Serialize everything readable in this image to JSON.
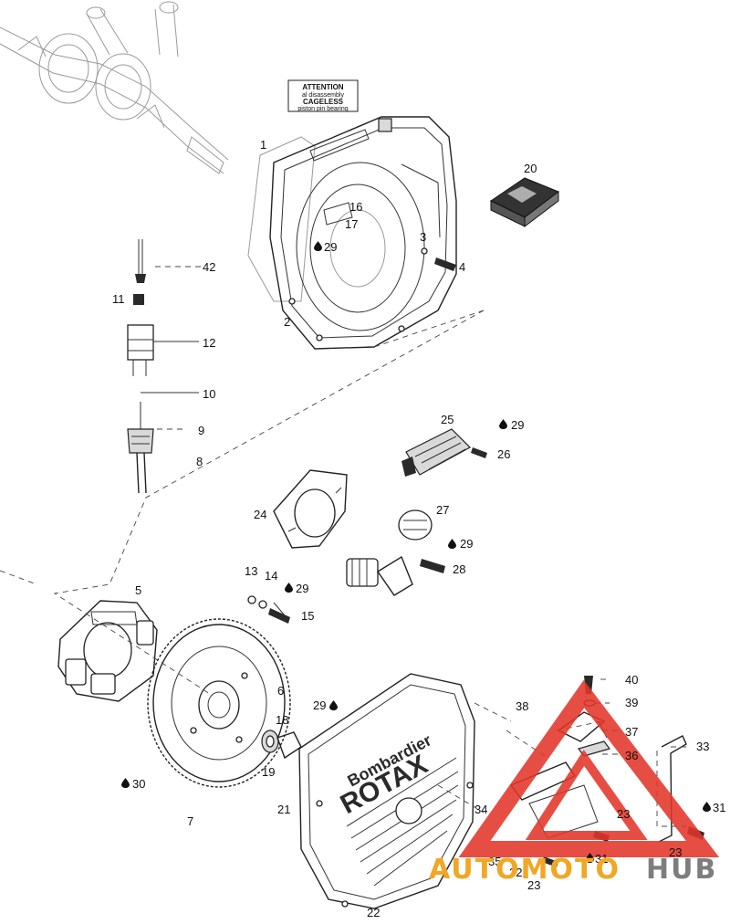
{
  "notice": {
    "line1": "ATTENTION",
    "line2": "al disassembly",
    "line3": "CAGELESS",
    "line4": "piston pin bearing"
  },
  "cover_brand": {
    "line1": "Bombardier",
    "line2": "ROTAX"
  },
  "watermark": {
    "part1": "AUTOMOTO",
    "part2": "HUB",
    "color_orange": "#f2a623",
    "color_red": "#e3362a",
    "color_grey": "#7d7d7d"
  },
  "callouts": [
    {
      "id": "p1",
      "text": "1"
    },
    {
      "id": "p2",
      "text": "2"
    },
    {
      "id": "p3",
      "text": "3"
    },
    {
      "id": "p4",
      "text": "4"
    },
    {
      "id": "p5",
      "text": "5"
    },
    {
      "id": "p6",
      "text": "6"
    },
    {
      "id": "p7",
      "text": "7"
    },
    {
      "id": "p8",
      "text": "8"
    },
    {
      "id": "p9",
      "text": "9"
    },
    {
      "id": "p10",
      "text": "10"
    },
    {
      "id": "p11",
      "text": "11"
    },
    {
      "id": "p12",
      "text": "12"
    },
    {
      "id": "p13",
      "text": "13"
    },
    {
      "id": "p14",
      "text": "14"
    },
    {
      "id": "p15",
      "text": "15"
    },
    {
      "id": "p16",
      "text": "16"
    },
    {
      "id": "p17",
      "text": "17"
    },
    {
      "id": "p18",
      "text": "18"
    },
    {
      "id": "p19",
      "text": "19"
    },
    {
      "id": "p20",
      "text": "20"
    },
    {
      "id": "p21",
      "text": "21"
    },
    {
      "id": "p22",
      "text": "22"
    },
    {
      "id": "p23a",
      "text": "23"
    },
    {
      "id": "p23b",
      "text": "23"
    },
    {
      "id": "p23c",
      "text": "23"
    },
    {
      "id": "p24",
      "text": "24"
    },
    {
      "id": "p25",
      "text": "25"
    },
    {
      "id": "p26",
      "text": "26"
    },
    {
      "id": "p27",
      "text": "27"
    },
    {
      "id": "p28",
      "text": "28"
    },
    {
      "id": "p29a",
      "text": "29"
    },
    {
      "id": "p29b",
      "text": "29"
    },
    {
      "id": "p29c",
      "text": "29"
    },
    {
      "id": "p29d",
      "text": "29"
    },
    {
      "id": "p29e",
      "text": "29"
    },
    {
      "id": "p30",
      "text": "30"
    },
    {
      "id": "p31a",
      "text": "31"
    },
    {
      "id": "p31b",
      "text": "31"
    },
    {
      "id": "p32",
      "text": "32"
    },
    {
      "id": "p33",
      "text": "33"
    },
    {
      "id": "p34",
      "text": "34"
    },
    {
      "id": "p35",
      "text": "35"
    },
    {
      "id": "p36",
      "text": "36"
    },
    {
      "id": "p37",
      "text": "37"
    },
    {
      "id": "p38",
      "text": "38"
    },
    {
      "id": "p39",
      "text": "39"
    },
    {
      "id": "p40",
      "text": "40"
    },
    {
      "id": "p42",
      "text": "42"
    }
  ]
}
